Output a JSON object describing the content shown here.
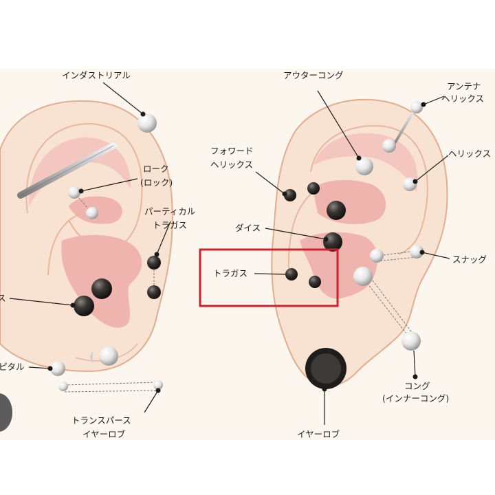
{
  "colors": {
    "skin": "#f8e3d3",
    "skin_edge": "#e7b99c",
    "inner_pink": "#efb4ad",
    "highlight_box": "#d1202b",
    "stud_dark": "#2c2a28",
    "stud_light": "#f2f2f2"
  },
  "left_ear": {
    "industrial": "インダストリアル",
    "rook": [
      "ローク",
      "(ロック)"
    ],
    "partial_tragus": [
      "パーティカル",
      "トラガス"
    ],
    "daith_cut": "ス",
    "conch_cut": "ピタル",
    "transverse": [
      "トランスパース",
      "イヤーロブ"
    ]
  },
  "right_ear": {
    "outer_conch": "アウターコング",
    "antenna_helix": [
      "アンテナ",
      "ヘリックス"
    ],
    "forward_helix": [
      "フォワード",
      "ヘリックス"
    ],
    "helix": "ヘリックス",
    "daith": "ダイス",
    "snug": "スナッグ",
    "tragus": "トラガス",
    "conch": [
      "コング",
      "(インナーコング)"
    ],
    "earlobe": "イヤーロブ"
  },
  "icons": [
    "side-button-icon"
  ]
}
